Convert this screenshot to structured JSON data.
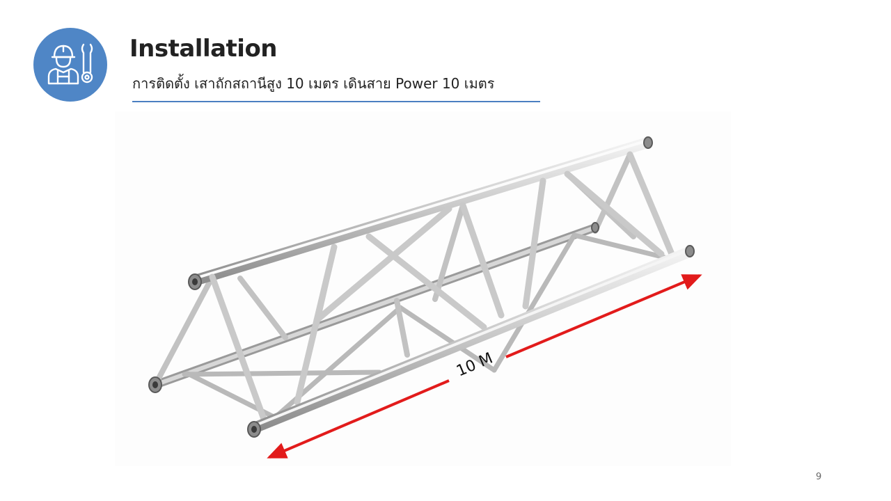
{
  "slide": {
    "title": "Installation",
    "subtitle": "การติดตั้ง เสาถักสถานีสูง 10 เมตร เดินสาย Power 10 เมตร",
    "page_number": "9"
  },
  "header_icon": {
    "name": "worker-wrench-icon",
    "circle_color": "#4f86c6"
  },
  "figure": {
    "image": "triangular-aluminum-truss",
    "dimension_label": "10 M",
    "arrow_color": "#e21b1b"
  },
  "colors": {
    "accent_line": "#4a7fc1",
    "text": "#222222"
  }
}
